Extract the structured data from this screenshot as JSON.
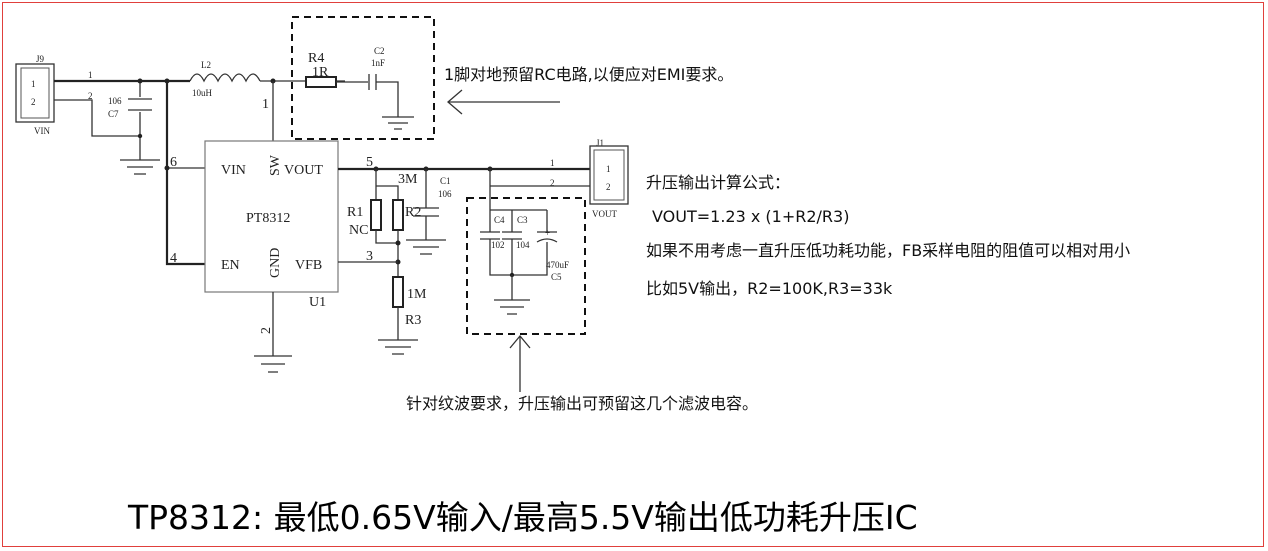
{
  "components": {
    "j9": {
      "ref": "J9",
      "pin1": "1",
      "pin2": "2",
      "name": "VIN"
    },
    "j1": {
      "ref": "J1",
      "pin1": "1",
      "pin2": "2",
      "name": "VOUT"
    },
    "l2": {
      "ref": "L2",
      "value": "10uH"
    },
    "r4": {
      "ref": "R4",
      "value": "1R"
    },
    "c2": {
      "ref": "C2",
      "value": "1nF"
    },
    "c7": {
      "ref": "C7",
      "value": "106"
    },
    "c1": {
      "ref": "C1",
      "value": "106"
    },
    "c4": {
      "ref": "C4",
      "value": "102"
    },
    "c3": {
      "ref": "C3",
      "value": "104"
    },
    "c5": {
      "ref": "C5",
      "value": "470uF"
    },
    "r1": {
      "ref": "R1",
      "value": "NC"
    },
    "r2": {
      "ref": "R2",
      "value": "3M"
    },
    "r3": {
      "ref": "R3",
      "value": "1M"
    },
    "u1": {
      "ref": "U1",
      "part": "PT8312",
      "pins": {
        "vin": "VIN",
        "sw": "SW",
        "vout": "VOUT",
        "en": "EN",
        "gnd": "GND",
        "vfb": "VFB"
      },
      "pin_numbers": {
        "p1": "1",
        "p2": "2",
        "p3": "3",
        "p4": "4",
        "p5": "5",
        "p6": "6"
      }
    },
    "net_pins": {
      "a1": "1",
      "a2": "2",
      "b1": "1",
      "b2": "2",
      "plus": "+"
    }
  },
  "notes": {
    "rc_note": "1脚对地预留RC电路,以便应对EMI要求。",
    "formula_title": "升压输出计算公式：",
    "formula": "VOUT=1.23 x (1+R2/R3)",
    "tip": "如果不用考虑一直升压低功耗功能，FB采样电阻的阻值可以相对用小",
    "example": "比如5V输出，R2=100K,R3=33k",
    "filter_note": "针对纹波要求，升压输出可预留这几个滤波电容。"
  },
  "title": "TP8312: 最低0.65V输入/最高5.5V输出低功耗升压IC",
  "colors": {
    "frame": "#e0403c",
    "wire": "#333333"
  }
}
